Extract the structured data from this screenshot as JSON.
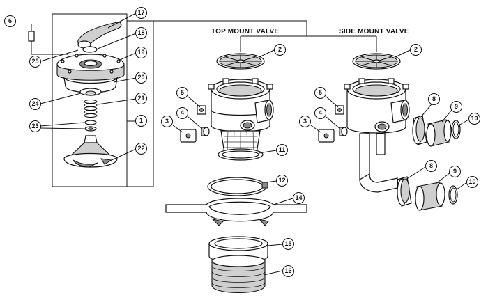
{
  "headings": {
    "top_mount": "TOP MOUNT VALVE",
    "side_mount": "SIDE MOUNT VALVE"
  },
  "callouts": {
    "c1": "1",
    "c2a": "2",
    "c2b": "2",
    "c3a": "3",
    "c3b": "3",
    "c4a": "4",
    "c4b": "4",
    "c5a": "5",
    "c5b": "5",
    "c6": "6",
    "c8a": "8",
    "c8b": "8",
    "c9a": "9",
    "c9b": "9",
    "c10a": "10",
    "c10b": "10",
    "c11": "11",
    "c12": "12",
    "c14": "14",
    "c15": "15",
    "c16": "16",
    "c17": "17",
    "c18": "18",
    "c19": "19",
    "c20": "20",
    "c21": "21",
    "c22": "22",
    "c23": "23",
    "c24": "24",
    "c25": "25"
  }
}
